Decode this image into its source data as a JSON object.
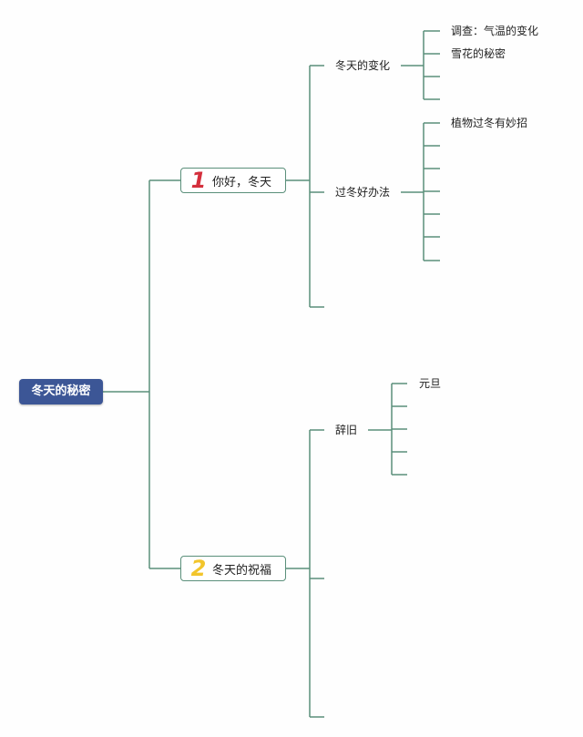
{
  "root": {
    "label": "冬天的秘密"
  },
  "branches": [
    {
      "number": "1",
      "number_color": "#d42f3c",
      "label": "你好，冬天",
      "topics": [
        {
          "label": "冬天的变化",
          "items": [
            "调查：气温的变化",
            "雪花的秘密"
          ]
        },
        {
          "label": "过冬好办法",
          "items": [
            "植物过冬有妙招"
          ]
        }
      ]
    },
    {
      "number": "2",
      "number_color": "#f2c52c",
      "label": "冬天的祝福",
      "topics": [
        {
          "label": "辞旧",
          "items": [
            "元旦"
          ]
        }
      ]
    }
  ],
  "colors": {
    "line": "#5a8f7a",
    "root_bg": "#3c5696"
  }
}
